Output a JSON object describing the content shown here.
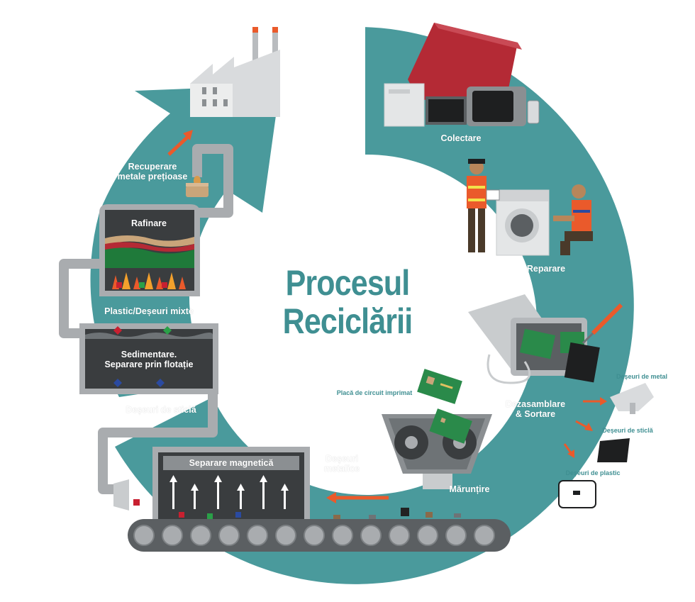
{
  "title": {
    "line1": "Procesul",
    "line2": "Reciclării"
  },
  "labels": {
    "colectare": "Colectare",
    "reparare": "Reparare",
    "dezasamblare_1": "Dezasamblare",
    "dezasamblare_2": "& Sortare",
    "deseuri_metal": "Deșeuri de metal",
    "deseuri_sticla_right": "Deșeuri de sticlă",
    "deseuri_plastic": "Deșeuri de plastic",
    "placa_circuit": "Placă de circuit imprimat",
    "maruntire": "Mărunțire",
    "deseuri_metalice_1": "Deșeuri",
    "deseuri_metalice_2": "metalice",
    "separare_magnetica": "Separare magnetică",
    "deseuri_sticla_left": "Deșeuri de sticlă",
    "sedimentare_1": "Sedimentare.",
    "sedimentare_2": "Separare prin flotație",
    "plastic_mixte": "Plastic/Deșeuri mixte",
    "rafinare": "Rafinare",
    "recuperare_1": "Recuperare",
    "recuperare_2": "metale prețioase"
  },
  "colors": {
    "teal": "#4a9a9c",
    "teal_dark": "#3f8f92",
    "title": "#3f8f92",
    "machine_dark": "#3a3d3f",
    "conveyor": "#5b5f62",
    "pipe": "#a9acaf",
    "orange": "#ea5a2b",
    "red_appliance": "#b42a35"
  }
}
